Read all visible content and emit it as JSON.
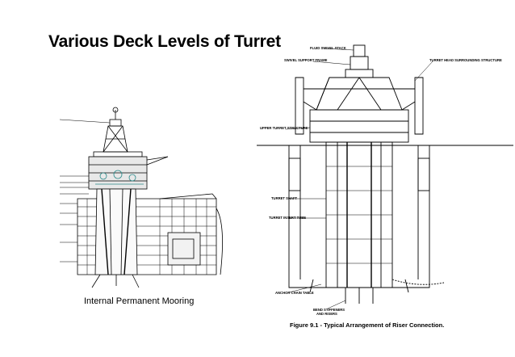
{
  "title": "Various Deck Levels of Turret",
  "left_figure": {
    "caption": "Internal Permanent Mooring"
  },
  "right_figure": {
    "caption": "Figure 9.1  -  Typical Arrangement of Riser Connection.",
    "labels": {
      "fluid_swivel_stack": "FLUID SWIVEL STACK",
      "swivel_support_frame": "SWIVEL SUPPORT FRAME",
      "turret_head_surrounding_structure": "TURRET HEAD SURROUNDING STRUCTURE",
      "upper_turret_structure": "UPPER TURRET STRUCTURE",
      "turret_shaft": "TURRET SHAFT",
      "turret_insert_tube": "TURRET INSERT TUBE",
      "anchor_chain_table": "ANCHOR CHAIN TABLE",
      "bend_stiffeners": "BEND STIFFENERS",
      "and_risers": "AND RISERS"
    }
  }
}
